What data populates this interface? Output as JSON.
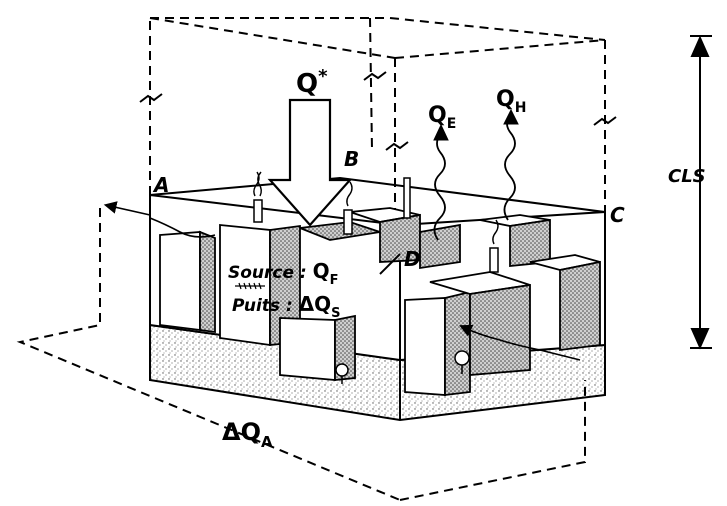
{
  "labels": {
    "q_star": "Q",
    "q_star_sup": "*",
    "q_e": "Q",
    "q_e_sub": "E",
    "q_h": "Q",
    "q_h_sub": "H",
    "a": "A",
    "b": "B",
    "c": "C",
    "d": "D",
    "cls": "CLS",
    "source": "Source : ",
    "source_q": "Q",
    "source_q_sub": "F",
    "puits": "Puits : ",
    "puits_q": "ΔQ",
    "puits_q_sub": "S",
    "delta_q_a": "ΔQ",
    "delta_q_a_sub": "A"
  }
}
